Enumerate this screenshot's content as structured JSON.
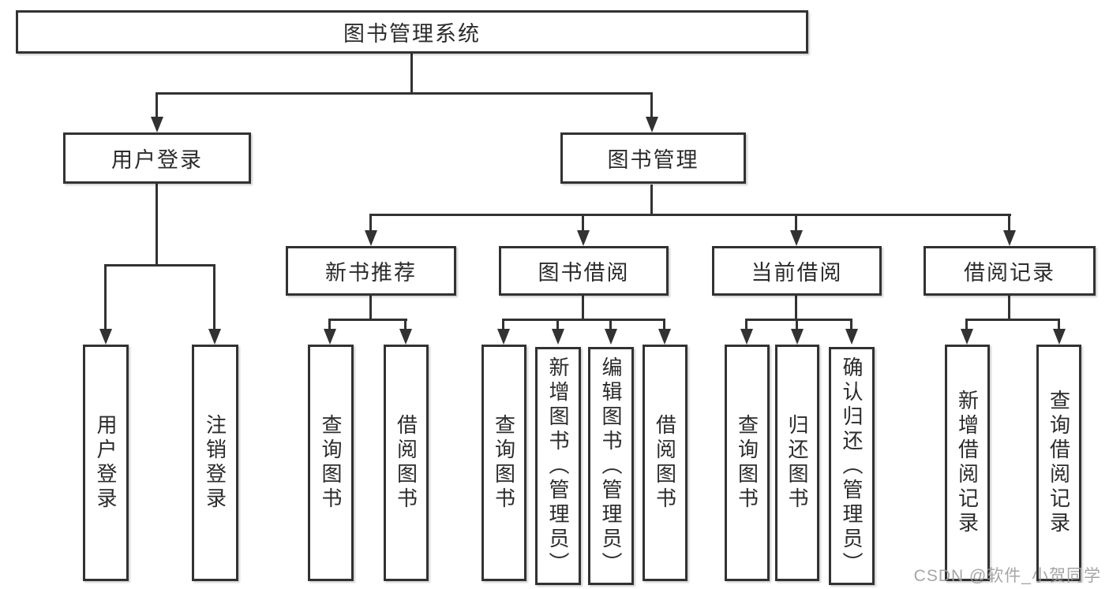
{
  "colors": {
    "background": "#ffffff",
    "box_border": "#323232",
    "connector_line": "#323232",
    "text": "#2b2b2b",
    "watermark": "#9e9e9e"
  },
  "watermark": {
    "text": "CSDN @软件_小贺同学"
  },
  "tree": {
    "label": "图书管理系统",
    "children": [
      {
        "label": "用户登录",
        "children": [
          {
            "label": "用户登录"
          },
          {
            "label": "注销登录"
          }
        ]
      },
      {
        "label": "图书管理",
        "children": [
          {
            "label": "新书推荐",
            "children": [
              {
                "label": "查询图书"
              },
              {
                "label": "借阅图书"
              }
            ]
          },
          {
            "label": "图书借阅",
            "children": [
              {
                "label": "查询图书"
              },
              {
                "label": "新增图书（管理员）"
              },
              {
                "label": "编辑图书（管理员）"
              },
              {
                "label": "借阅图书"
              }
            ]
          },
          {
            "label": "当前借阅",
            "children": [
              {
                "label": "查询图书"
              },
              {
                "label": "归还图书"
              },
              {
                "label": "确认归还（管理员）"
              }
            ]
          },
          {
            "label": "借阅记录",
            "children": [
              {
                "label": "新增借阅记录"
              },
              {
                "label": "查询借阅记录"
              }
            ]
          }
        ]
      }
    ]
  }
}
